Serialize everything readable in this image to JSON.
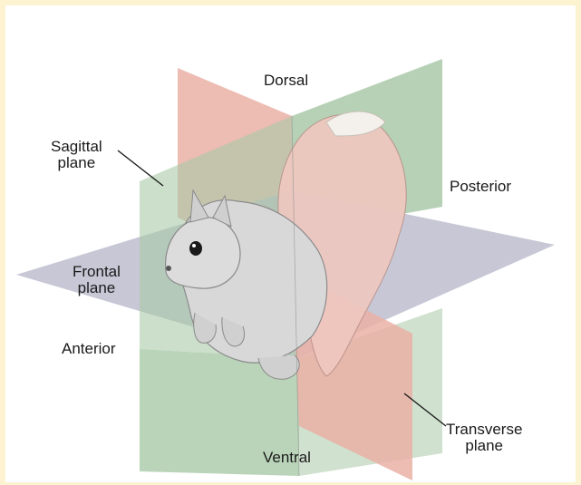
{
  "labels": {
    "dorsal": "Dorsal",
    "ventral": "Ventral",
    "anterior": "Anterior",
    "posterior": "Posterior",
    "sagittal_line1": "Sagittal",
    "sagittal_line2": "plane",
    "frontal_line1": "Frontal",
    "frontal_line2": "plane",
    "transverse_line1": "Transverse",
    "transverse_line2": "plane"
  },
  "colors": {
    "frontal_plane": "#b9b9cc",
    "sagittal_plane": "#a9c9a8",
    "transverse_plane": "#eab0a6",
    "background_border": "#fdf3d0",
    "squirrel_body": "#d8d8d8",
    "tail": "#f0c8c0"
  }
}
